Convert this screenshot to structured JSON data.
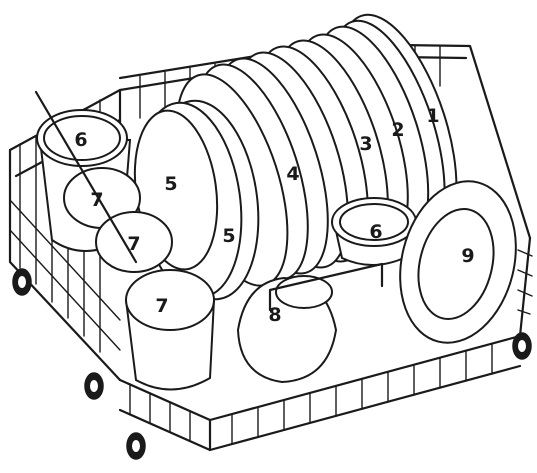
{
  "diagram": {
    "labels": [
      {
        "id": "plate-1",
        "text": "1"
      },
      {
        "id": "plate-2",
        "text": "2"
      },
      {
        "id": "plate-3",
        "text": "3"
      },
      {
        "id": "plate-4",
        "text": "4"
      },
      {
        "id": "dish-5-upper",
        "text": "5"
      },
      {
        "id": "dish-5-lower",
        "text": "5"
      },
      {
        "id": "bowl-6-left",
        "text": "6"
      },
      {
        "id": "bowl-6-center",
        "text": "6"
      },
      {
        "id": "cup-7-top",
        "text": "7"
      },
      {
        "id": "cup-7-middle",
        "text": "7"
      },
      {
        "id": "cup-7-bottom",
        "text": "7"
      },
      {
        "id": "bowl-8",
        "text": "8"
      },
      {
        "id": "plate-9",
        "text": "9"
      }
    ]
  }
}
